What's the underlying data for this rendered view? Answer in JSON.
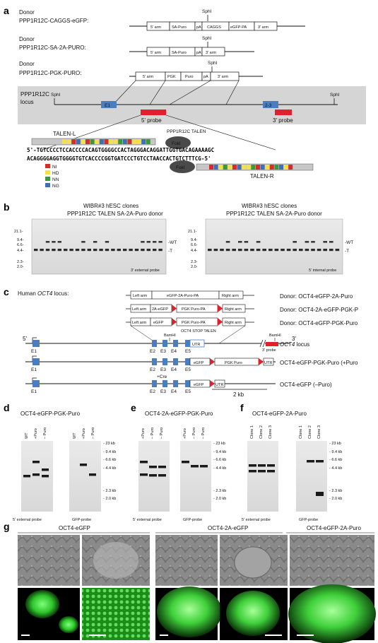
{
  "panel_a": {
    "letter": "a",
    "donors": [
      {
        "prefix": "Donor",
        "name": "PPP1R12C-CAGGS-eGFP:",
        "segments": [
          "5' arm",
          "SA-Puro",
          "pA",
          "CAGGS",
          "eGFP-PA",
          "3' arm"
        ],
        "site": "SphI"
      },
      {
        "prefix": "Donor",
        "name": "PPP1R12C-SA-2A-PURO:",
        "segments": [
          "5' arm",
          "SA-Puro",
          "pA",
          "3' arm"
        ],
        "site": "SphI"
      },
      {
        "prefix": "Donor",
        "name": "PPP1R12C-PGK-PURO:",
        "segments": [
          "5' arm",
          "PGK",
          "Puro",
          "pA",
          "3' arm"
        ],
        "site": "SphI"
      }
    ],
    "locus_name": "PPP1R12C",
    "locus_suffix": "locus",
    "sph1_left": "SphI",
    "sph1_right": "SphI",
    "exon1": "E1",
    "exon23": "2-3",
    "probe5": "5' probe",
    "probe3": "3' probe",
    "talen_title": "PPP1R12C TALEN",
    "talen_l": "TALEN-L",
    "talen_r": "TALEN-R",
    "foki": "FokI",
    "seq_top": "5'-TGTCCCCTCCACCCCACAGTGGGGCCACTAGGGACAGGATTGGTGACAGAAAAGC",
    "seq_bottom": "ACAGGGGAGGTGGGGTGTCACCCCGGTGATCCCTGTCCTAACCACTGTCTTTCG-5'",
    "rvd_legend": [
      {
        "code": "NI",
        "color": "#d62c2c"
      },
      {
        "code": "HD",
        "color": "#f2e14a"
      },
      {
        "code": "NN",
        "color": "#3a9a3a"
      },
      {
        "code": "NG",
        "color": "#3e6fb8"
      }
    ]
  },
  "panel_b": {
    "letter": "b",
    "left_title1": "WIBR#3 hESC clones",
    "left_title2": "PPP1R12C TALEN SA-2A-Puro donor",
    "right_title1": "WIBR#3 hESC clones",
    "right_title2": "PPP1R12C TALEN SA-2A-Puro donor",
    "markers": [
      "21.1-",
      "9.4-",
      "6.6-",
      "4.4-",
      "2.3-",
      "2.0-"
    ],
    "wt": "-WT",
    "t": "-T",
    "left_probe": "3' external probe",
    "right_probe": "5' internal probe"
  },
  "panel_c": {
    "letter": "c",
    "title_prefix": "Human ",
    "title_gene": "OCT4",
    "title_suffix": " locus:",
    "donor1_segments": [
      "Left arm",
      "eGFP-2A-Puro-PA",
      "Right arm"
    ],
    "donor2_segments": [
      "Left arm",
      "2A-eGFP",
      "PGK Puro-PA",
      "Right arm"
    ],
    "donor3_segments": [
      "Left arm",
      "eGFP",
      "PGK Puro-PA",
      "Right arm"
    ],
    "donor_labels": [
      "Donor: OCT4-eGFP-2A-Puro",
      "Donor: OCT4-2A-eGFP-PGK-P",
      "Donor: OCT4-eGFP-PGK-Puro"
    ],
    "talen_label": "OCT4 STOP TALEN",
    "bamh1": "BamHI",
    "five_prime": "5'",
    "three_prime": "3'",
    "exons": [
      "E1",
      "E2",
      "E3",
      "E4",
      "E5"
    ],
    "utr": "UTR",
    "probe3": "3' probe",
    "locus_label_gene": "OCT4",
    "locus_label_suffix": " locus",
    "ko_segments": [
      "eGFP",
      "PGK Puro",
      "UTR"
    ],
    "ko_label": "OCT4-eGFP-PGK-Puro (+Puro",
    "cre": "+Cre",
    "excised_segments": [
      "eGFP",
      "UTR"
    ],
    "excised_label": "OCT4-eGFP (–Puro)",
    "scale": "2 kb"
  },
  "panel_d": {
    "letter": "d",
    "title": "OCT4-eGFP-PGK-Puro",
    "lanes_left": [
      "WT",
      "+Puro",
      "– Puro"
    ],
    "lanes_right": [
      "WT",
      "+Puro",
      "– Puro"
    ],
    "probe_left": "5' external probe",
    "probe_right": "GFP-probe"
  },
  "panel_e": {
    "letter": "e",
    "title": "OCT4-2A-eGFP-PGK-Puro",
    "lanes_left": [
      "+Puro",
      "– Puro",
      "– Puro"
    ],
    "lanes_right": [
      "+Puro",
      "– Puro",
      "– Puro"
    ],
    "probe_left": "5' external probe",
    "probe_right": "GFP-probe"
  },
  "panel_f": {
    "letter": "f",
    "title": "OCT4-eGFP-2A-Puro",
    "lanes_left": [
      "Clone 1",
      "Clone 2",
      "Clone 3"
    ],
    "lanes_right": [
      "Clone 1",
      "Clone 2",
      "Clone 3"
    ],
    "probe_left": "5' external probe",
    "probe_right": "GFP-probe"
  },
  "kb_markers": [
    "- 23 kb",
    "- 9.4 kb",
    "- 6.6 kb",
    "- 4.4 kb",
    "- 2.3 kb",
    "- 2.0 kb"
  ],
  "panel_g": {
    "letter": "g",
    "groups": [
      "OCT4-eGFP",
      "OCT4-2A-eGFP",
      "OCT4-eGFP-2A-Puro"
    ]
  }
}
